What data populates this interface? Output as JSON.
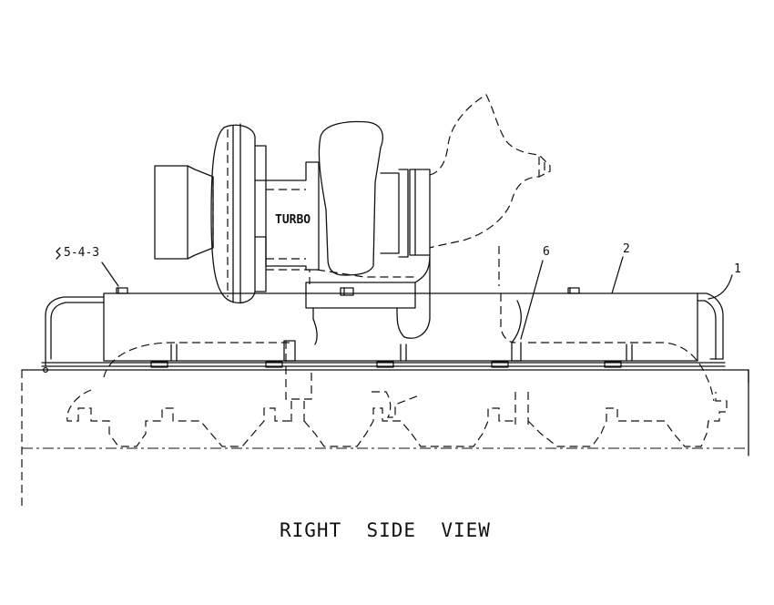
{
  "labels": {
    "turbo": "TURBO",
    "callout_ref": "5-4-3",
    "callout_1": "1",
    "callout_2": "2",
    "callout_6": "6"
  },
  "view_title": "RIGHT  SIDE  VIEW"
}
